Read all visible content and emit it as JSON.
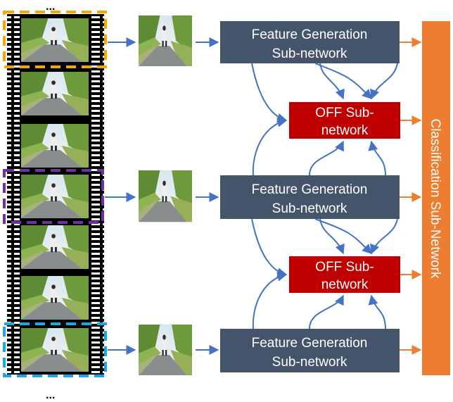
{
  "ellipsis_top": "...",
  "ellipsis_bottom": "...",
  "feature_generation": {
    "line1": "Feature Generation",
    "line2": "Sub-network"
  },
  "off": {
    "line1": "OFF Sub-",
    "line2": "network"
  },
  "classification": {
    "label": "Classification Sub-Network"
  },
  "colors": {
    "feature_box": "#44546a",
    "off_box": "#c00000",
    "classification_box": "#ed7d31",
    "arrow_blue": "#4472c4",
    "arrow_orange": "#ed7d31",
    "highlight_top": "#f5a800",
    "highlight_mid": "#7030a0",
    "highlight_bottom": "#1fa6e0"
  }
}
